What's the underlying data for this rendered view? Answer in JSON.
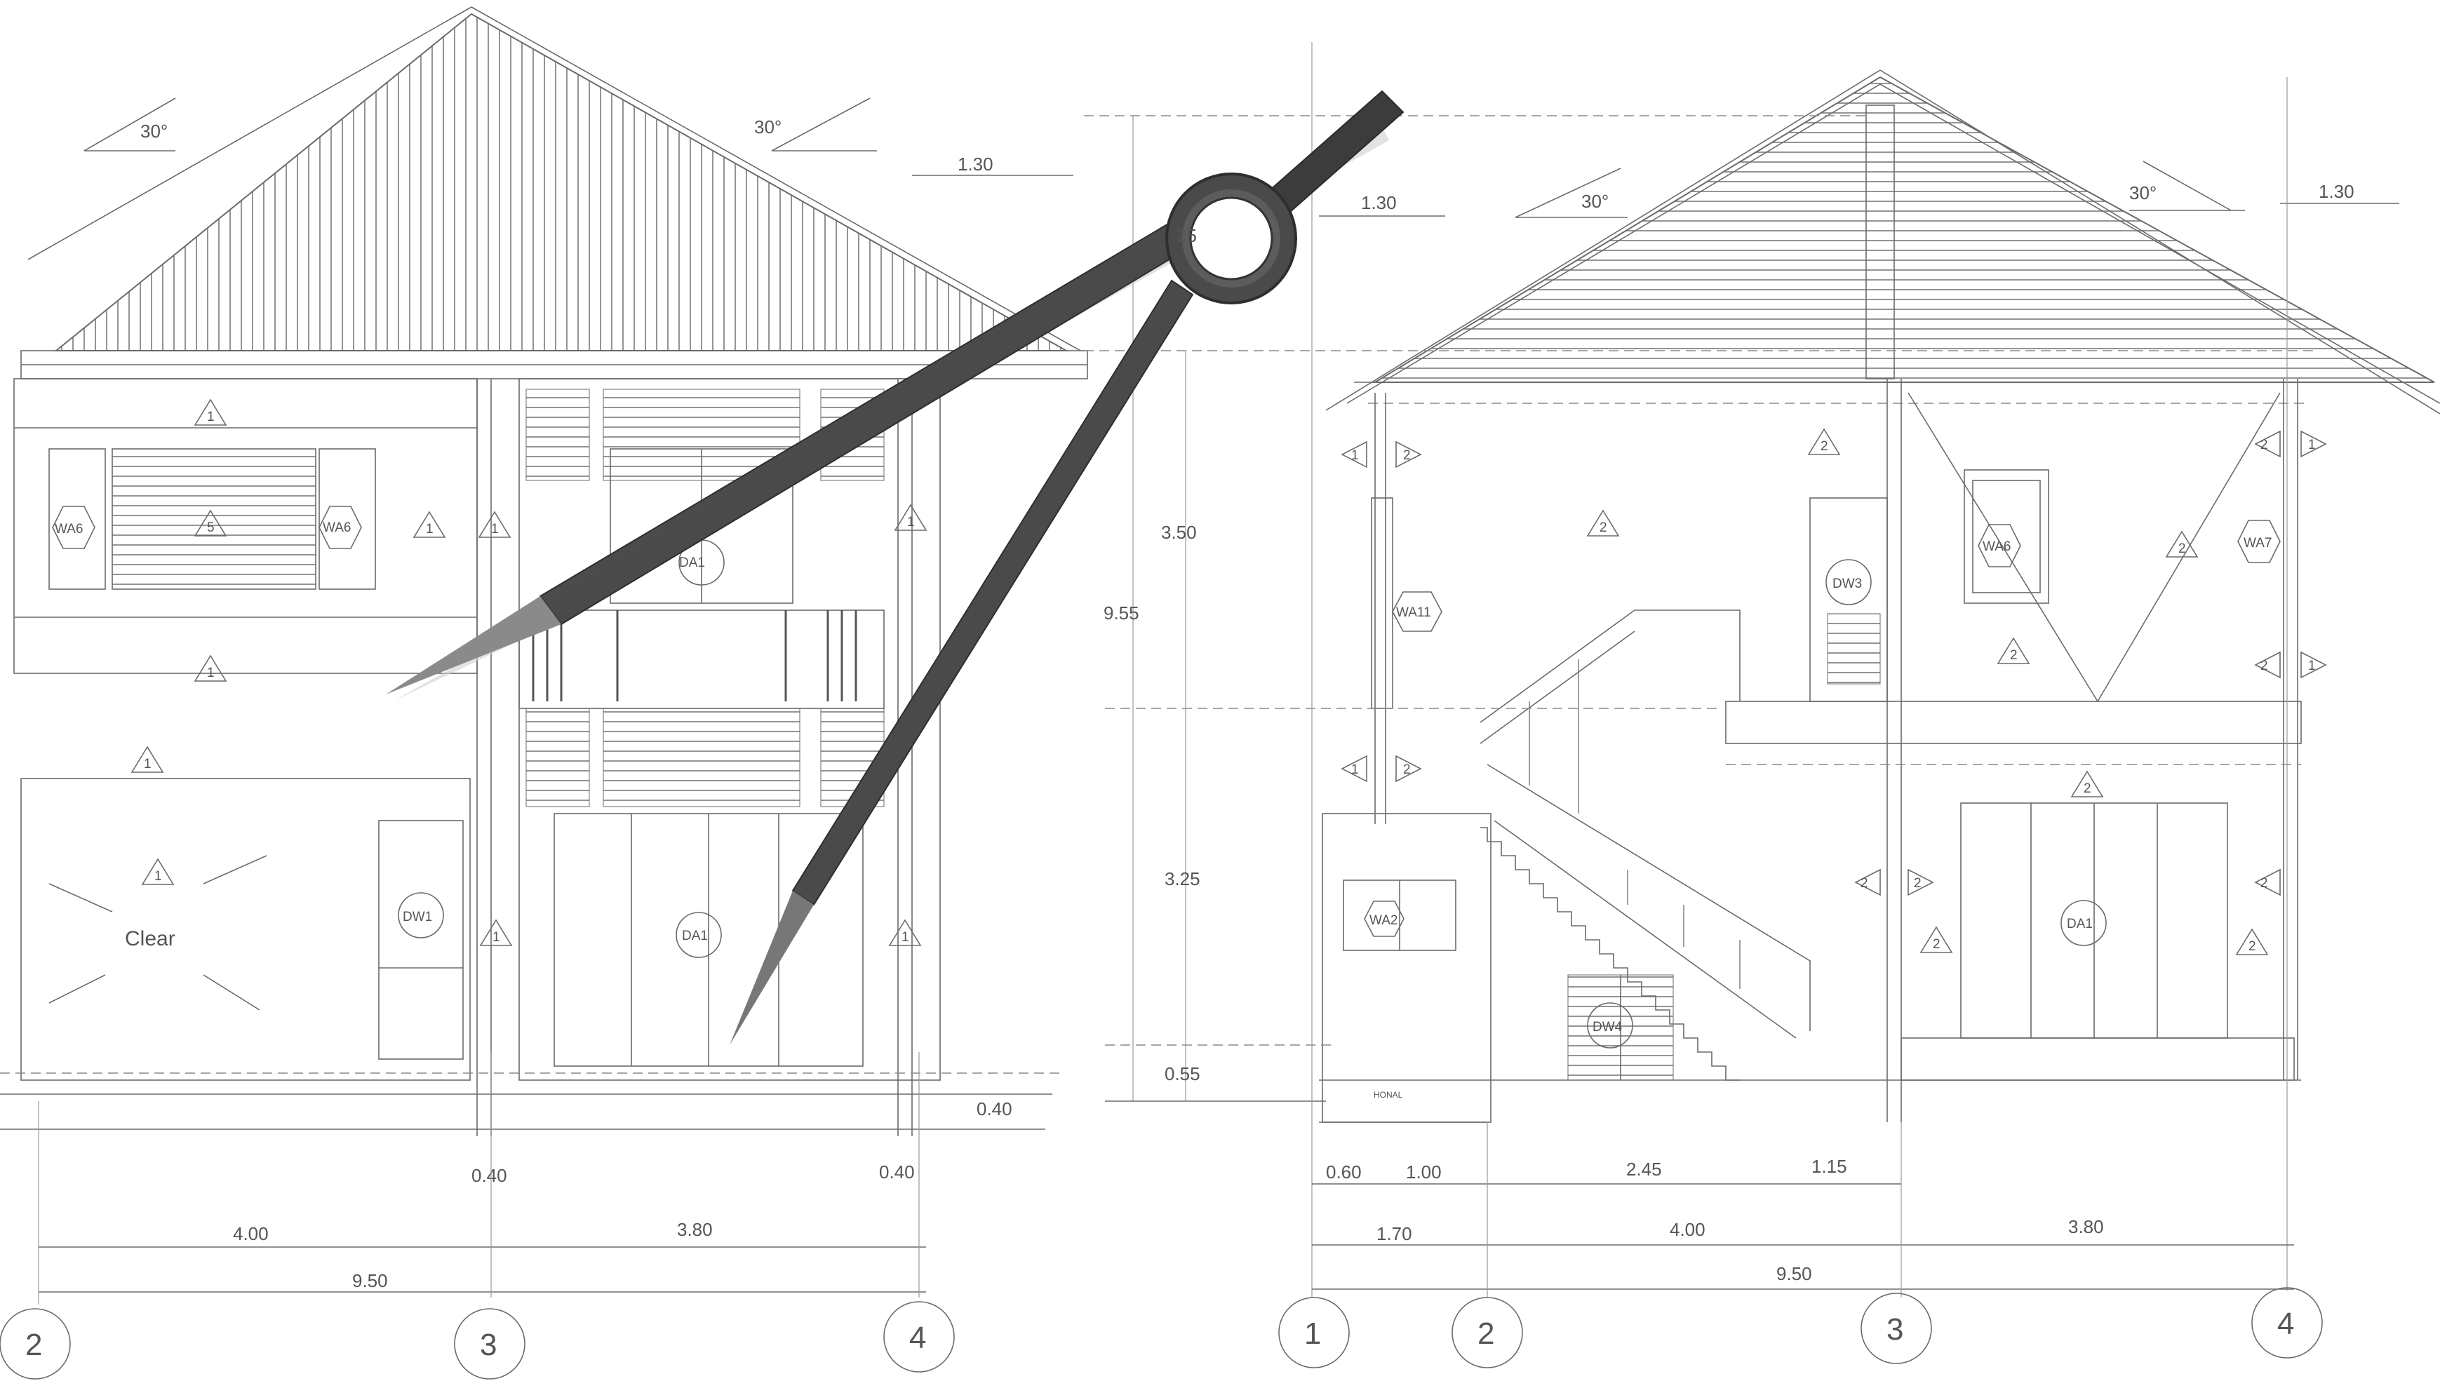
{
  "left_elevation": {
    "roof_angles": [
      "30°",
      "30°"
    ],
    "dims_vertical": [
      "1.30",
      "0.40"
    ],
    "dims_horizontal": [
      "0.40",
      "0.40",
      "4.00",
      "3.80",
      "9.50"
    ],
    "grid_labels": [
      "2",
      "3",
      "4"
    ],
    "window_tags": [
      "WA6",
      "WA6",
      "DA1",
      "DW1",
      "DA1"
    ],
    "triangle_tags": [
      "1",
      "5",
      "1",
      "1",
      "1",
      "1",
      "1",
      "1",
      "1",
      "1"
    ],
    "room_label": "Clear"
  },
  "right_section": {
    "roof_angles": [
      "30°",
      "30°"
    ],
    "dims_top": [
      "1.30",
      "1.30"
    ],
    "dims_vertical": [
      "3.50",
      "9.55",
      "3.25",
      "0.55"
    ],
    "dims_bottom_row1": [
      "0.60",
      "1.00",
      "2.45",
      "1.15"
    ],
    "dims_bottom_row2": [
      "1.70",
      "4.00",
      "3.80"
    ],
    "dims_bottom_row3": [
      "9.50"
    ],
    "grid_labels": [
      "1",
      "2",
      "3",
      "4"
    ],
    "window_tags": [
      "WA11",
      "DW3",
      "WA6",
      "WA7",
      "WA2",
      "DW4",
      "DA1"
    ],
    "triangle_tags": [
      "2",
      "2",
      "2",
      "2",
      "2",
      "2",
      "2",
      "2",
      "2",
      "2",
      "2",
      "2",
      "2",
      "2"
    ],
    "small_tags": [
      "1",
      "1",
      "1",
      "1"
    ],
    "floor_note": "HONAL"
  },
  "compass": {
    "hinge_label": "25"
  }
}
